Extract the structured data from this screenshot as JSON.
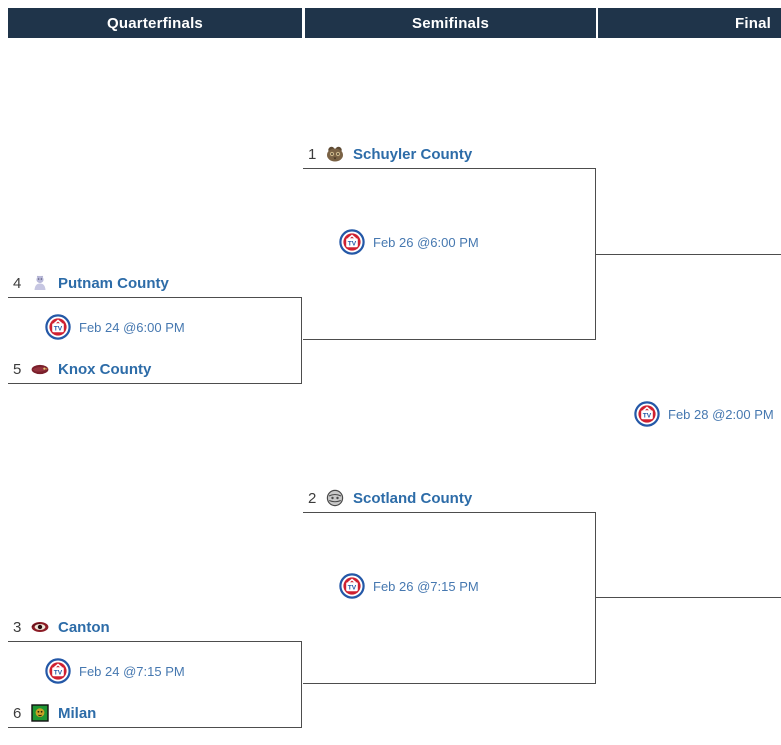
{
  "header": {
    "columns": [
      {
        "label": "Quarterfinals"
      },
      {
        "label": "Semifinals"
      },
      {
        "label": "Final"
      }
    ]
  },
  "teams": {
    "schuyler": {
      "seed": "1",
      "name": "Schuyler County",
      "icon": "schuyler-county-mascot-icon",
      "icon_color": "#7a6245"
    },
    "scotland": {
      "seed": "2",
      "name": "Scotland County",
      "icon": "scotland-county-mascot-icon",
      "icon_color": "#9e9e9e"
    },
    "canton": {
      "seed": "3",
      "name": "Canton",
      "icon": "canton-mascot-icon",
      "icon_color": "#8c1c26"
    },
    "putnam": {
      "seed": "4",
      "name": "Putnam County",
      "icon": "putnam-county-mascot-icon",
      "icon_color": "#b9b9da"
    },
    "knox": {
      "seed": "5",
      "name": "Knox County",
      "icon": "knox-county-mascot-icon",
      "icon_color": "#7a1f2b"
    },
    "milan": {
      "seed": "6",
      "name": "Milan",
      "icon": "milan-mascot-icon",
      "icon_color": "#1f9633"
    }
  },
  "games": {
    "qf1": {
      "time": "Feb 24 @6:00 PM",
      "icon": "tv-broadcast-icon"
    },
    "qf2": {
      "time": "Feb 24 @7:15 PM",
      "icon": "tv-broadcast-icon"
    },
    "sf1": {
      "time": "Feb 26 @6:00 PM",
      "icon": "tv-broadcast-icon"
    },
    "sf2": {
      "time": "Feb 26 @7:15 PM",
      "icon": "tv-broadcast-icon"
    },
    "final": {
      "time": "Feb 28 @2:00 PM",
      "icon": "tv-broadcast-icon"
    }
  },
  "colors": {
    "header_bar": "#1f344a",
    "header_text": "#ffffff",
    "team_link": "#2d6ca8",
    "game_time_text": "#4678b0",
    "bracket_line": "#4d4d4d",
    "seed_text": "#3c3c3c",
    "tv_icon_blue": "#2458a7",
    "tv_icon_red": "#cf2030"
  }
}
